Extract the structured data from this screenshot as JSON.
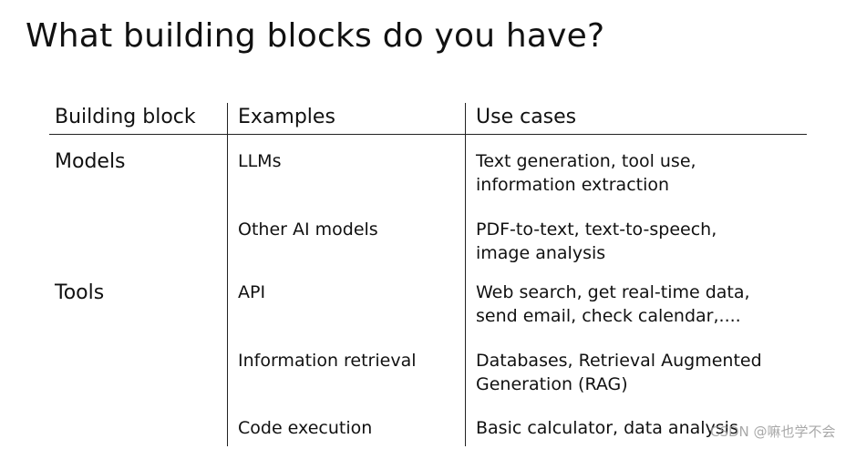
{
  "slide": {
    "title": "What building blocks do you have?"
  },
  "table": {
    "headers": [
      "Building block",
      "Examples",
      "Use cases"
    ],
    "blocks": [
      "Models",
      "Tools"
    ],
    "rows": [
      {
        "example": "LLMs",
        "use_line1": "Text generation, tool use,",
        "use_line2": "information extraction"
      },
      {
        "example": "Other AI models",
        "use_line1": "PDF-to-text, text-to-speech,",
        "use_line2": "image analysis"
      },
      {
        "example": "API",
        "use_line1": "Web search, get real-time data,",
        "use_line2": "send email, check calendar,...."
      },
      {
        "example": "Information retrieval",
        "use_line1": "Databases, Retrieval Augmented",
        "use_line2": "Generation (RAG)"
      },
      {
        "example": "Code execution",
        "use_line1": "Basic calculator, data analysis",
        "use_line2": ""
      }
    ]
  },
  "watermark": "CSDN @嘛也学不会"
}
